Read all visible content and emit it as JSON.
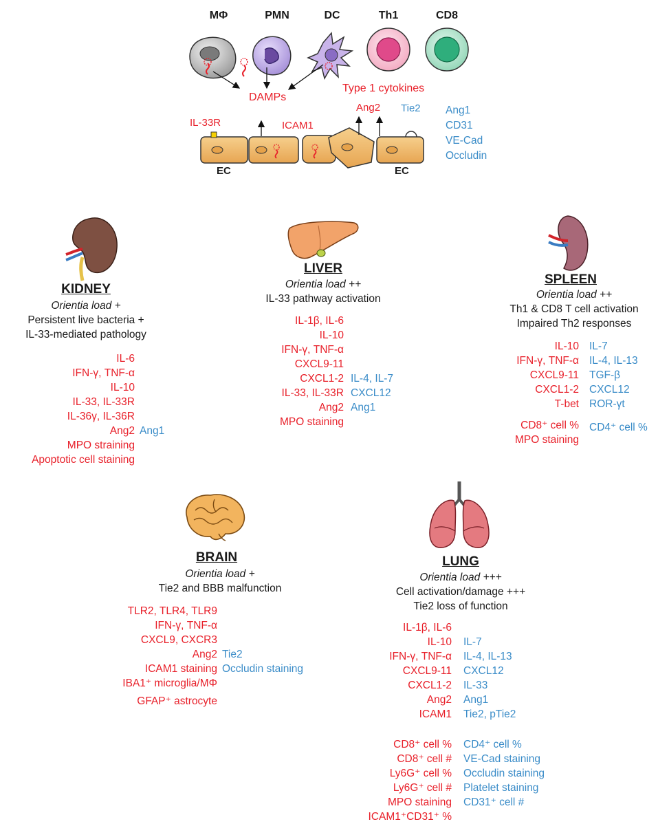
{
  "top": {
    "cells": [
      "MΦ",
      "PMN",
      "DC",
      "Th1",
      "CD8"
    ],
    "damps": "DAMPs",
    "type1": "Type 1 cytokines",
    "il33r": "IL-33R",
    "icam1": "ICAM1",
    "ang2": "Ang2",
    "tie2": "Tie2",
    "ec_left": "EC",
    "ec_right": "EC",
    "blue_list": [
      "Ang1",
      "CD31",
      "VE-Cad",
      "Occludin"
    ]
  },
  "kidney": {
    "title": "KIDNEY",
    "desc": [
      "Orientia load +",
      "Persistent live bacteria +",
      "IL-33-mediated pathology"
    ],
    "red": [
      "IL-6",
      "IFN-γ, TNF-α",
      "IL-10",
      "IL-33, IL-33R",
      "IL-36γ, IL-36R",
      "Ang2",
      "MPO straining",
      "Apoptotic cell staining"
    ],
    "blue": [
      "Ang1"
    ]
  },
  "liver": {
    "title": "LIVER",
    "desc": [
      "Orientia load ++",
      "IL-33 pathway activation"
    ],
    "red": [
      "IL-1β, IL-6",
      "IL-10",
      "IFN-γ, TNF-α",
      "CXCL9-11",
      "CXCL1-2",
      "IL-33, IL-33R",
      "Ang2",
      "MPO staining"
    ],
    "blue": [
      "IL-4, IL-7",
      "CXCL12",
      "Ang1"
    ]
  },
  "spleen": {
    "title": "SPLEEN",
    "desc": [
      "Orientia load ++",
      "Th1 & CD8 T cell activation",
      "Impaired Th2 responses"
    ],
    "red": [
      "IL-10",
      "IFN-γ, TNF-α",
      "CXCL9-11",
      "CXCL1-2",
      "T-bet"
    ],
    "blue": [
      "IL-7",
      "IL-4, IL-13",
      "TGF-β",
      "CXCL12",
      "ROR-γt"
    ],
    "red2": [
      "CD8⁺ cell %",
      "MPO staining"
    ],
    "blue2": [
      "CD4⁺ cell %"
    ]
  },
  "brain": {
    "title": "BRAIN",
    "desc": [
      "Orientia load +",
      "Tie2 and BBB malfunction"
    ],
    "red": [
      "TLR2, TLR4, TLR9",
      "IFN-γ, TNF-α",
      "CXCL9, CXCR3",
      "Ang2",
      "ICAM1 staining",
      "IBA1⁺ microglia/MΦ",
      "GFAP⁺ astrocyte"
    ],
    "blue": [
      "Tie2",
      "Occludin staining"
    ]
  },
  "lung": {
    "title": "LUNG",
    "desc": [
      "Orientia load +++",
      "Cell activation/damage +++",
      "Tie2 loss of function"
    ],
    "red": [
      "IL-1β, IL-6",
      "IL-10",
      "IFN-γ, TNF-α",
      "CXCL9-11",
      "CXCL1-2",
      "Ang2",
      "ICAM1"
    ],
    "blue": [
      "IL-7",
      "IL-4, IL-13",
      "CXCL12",
      "IL-33",
      "Ang1",
      "Tie2, pTie2"
    ],
    "red2": [
      "CD8⁺ cell %",
      "CD8⁺ cell #",
      "Ly6G⁺ cell %",
      "Ly6G⁺ cell #",
      "MPO staining",
      "ICAM1⁺CD31⁺ %"
    ],
    "blue2": [
      "CD4⁺ cell %",
      "VE-Cad staining",
      "Occludin staining",
      "Platelet staining",
      "CD31⁺ cell #"
    ]
  }
}
